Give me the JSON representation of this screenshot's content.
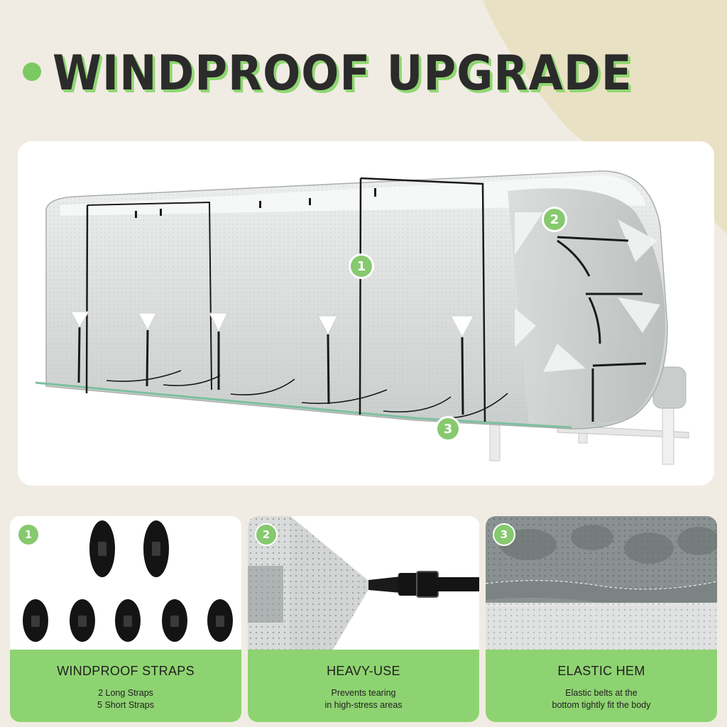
{
  "title": "WINDPROOF UPGRADE",
  "hero": {
    "markers": [
      "1",
      "2",
      "3"
    ],
    "image": "travel-trailer-rv-cover"
  },
  "cards": [
    {
      "number": "1",
      "image": "windproof-straps-photo",
      "title": "WINDPROOF STRAPS",
      "lines": [
        "2 Long Straps",
        "5 Short Straps"
      ]
    },
    {
      "number": "2",
      "image": "reinforced-corner-buckle-photo",
      "title": "HEAVY-USE",
      "lines": [
        "Prevents tearing",
        "in high-stress areas"
      ]
    },
    {
      "number": "3",
      "image": "elastic-hem-photo",
      "title": "ELASTIC HEM",
      "lines": [
        "Elastic belts at the",
        "bottom tightly fit the body"
      ]
    }
  ],
  "colors": {
    "background": "#f1ece3",
    "accent_beige": "#e9e1c3",
    "green": "#8ed371",
    "marker_green": "#86c96e",
    "title_text": "#2b2b2b"
  }
}
